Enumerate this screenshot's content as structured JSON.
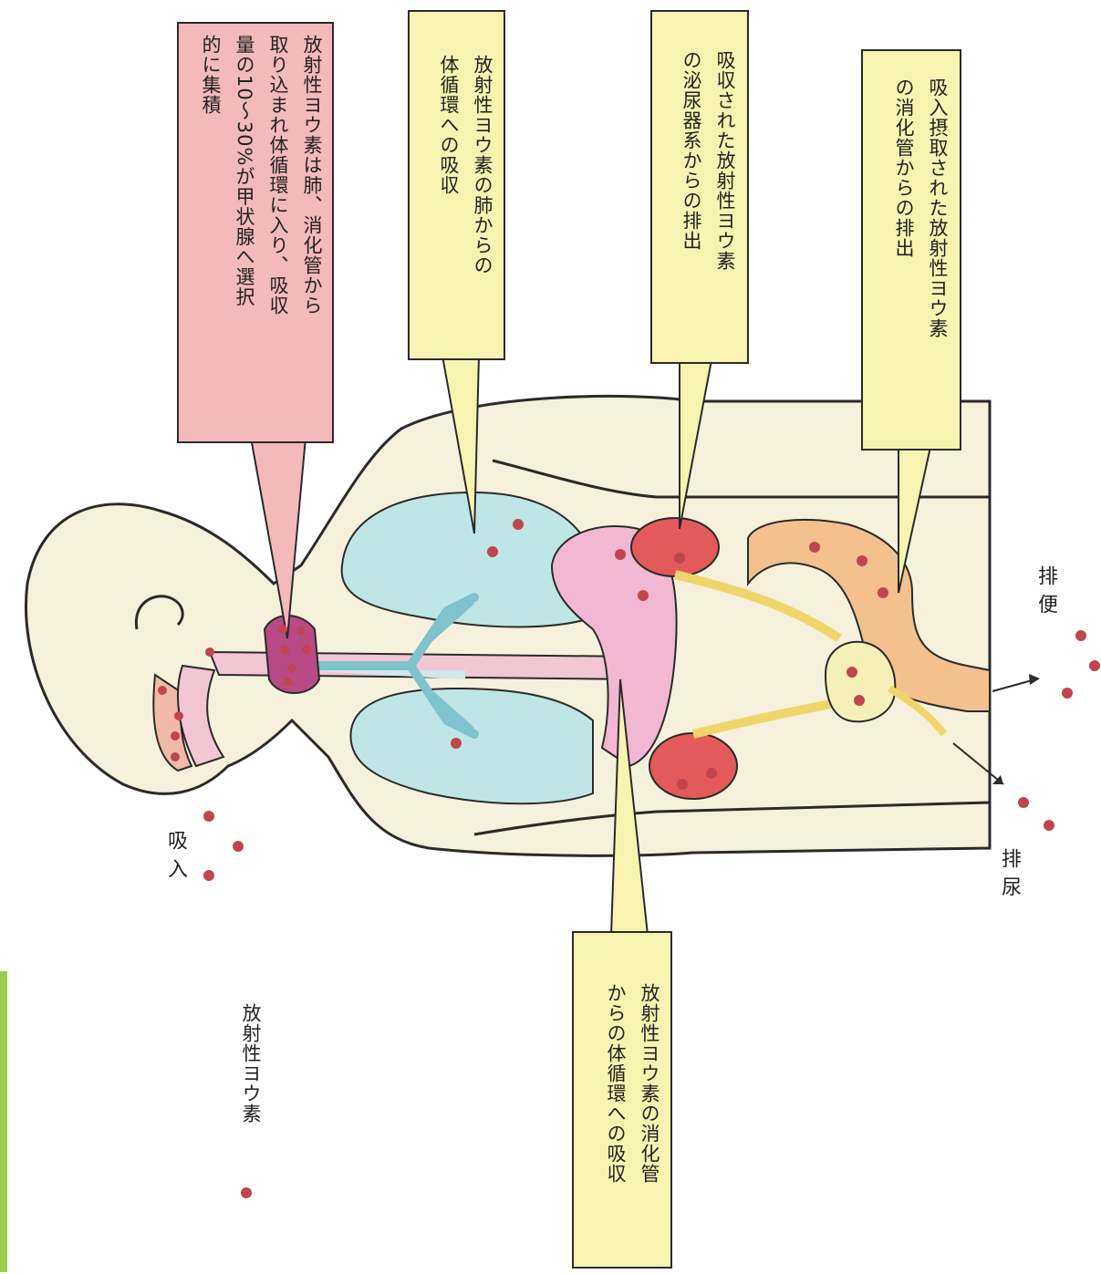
{
  "colors": {
    "page": "#ffffff",
    "body_fill": "#f6f1dc",
    "body_stroke": "#2a2a2a",
    "lung": "#bfe6e6",
    "bronchi": "#9fd6dc",
    "thyroid": "#b84a86",
    "trachea": "#f3c6d4",
    "stomach": "#f2b7d2",
    "kidney": "#e45a5a",
    "intestine": "#f3c08e",
    "bladder": "#f4f0b8",
    "ureter": "#f0d56a",
    "dot": "#c0454d",
    "callout_pink": "#f3b9bb",
    "callout_yellow": "#f7f4b1",
    "green_edge": "#9ccc4a"
  },
  "callouts": {
    "thyroid": "放射性ヨウ素は肺、消化管から\n取り込まれ体循環に入り、吸収\n量の10～30%が甲状腺へ選択\n的に集積",
    "lung": "放射性ヨウ素の肺からの\n体循環への吸収",
    "urinary": "吸収された放射性ヨウ素\nの泌尿器系からの排出",
    "gi_excretion": "吸入摂取された放射性ヨウ素\nの消化管からの排出",
    "gi_absorption": "放射性ヨウ素の消化管\nからの体循環への吸収"
  },
  "labels": {
    "inhalation": "吸 入",
    "urination": "排 尿",
    "defecation": "排 便",
    "legend": "放射性ヨウ素"
  }
}
